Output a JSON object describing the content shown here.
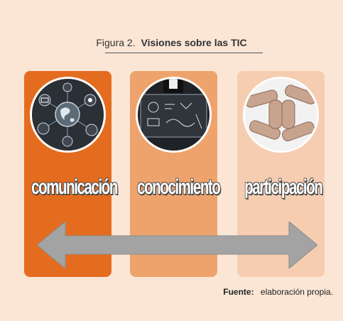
{
  "figure": {
    "label": "Figura 2.",
    "title": "Visiones sobre las TIC"
  },
  "panels": [
    {
      "word": "comunicación",
      "image": "network-globe-icon",
      "color": "#e46c1f"
    },
    {
      "word": "conocimiento",
      "image": "knowledge-board-icon",
      "color": "#eea36d"
    },
    {
      "word": "participación",
      "image": "joined-hands-icon",
      "color": "#f6cdb0"
    }
  ],
  "arrow": {
    "type": "double-headed-arrow",
    "color": "#a3a3a3"
  },
  "source": {
    "label": "Fuente:",
    "text": "elaboración propia."
  }
}
